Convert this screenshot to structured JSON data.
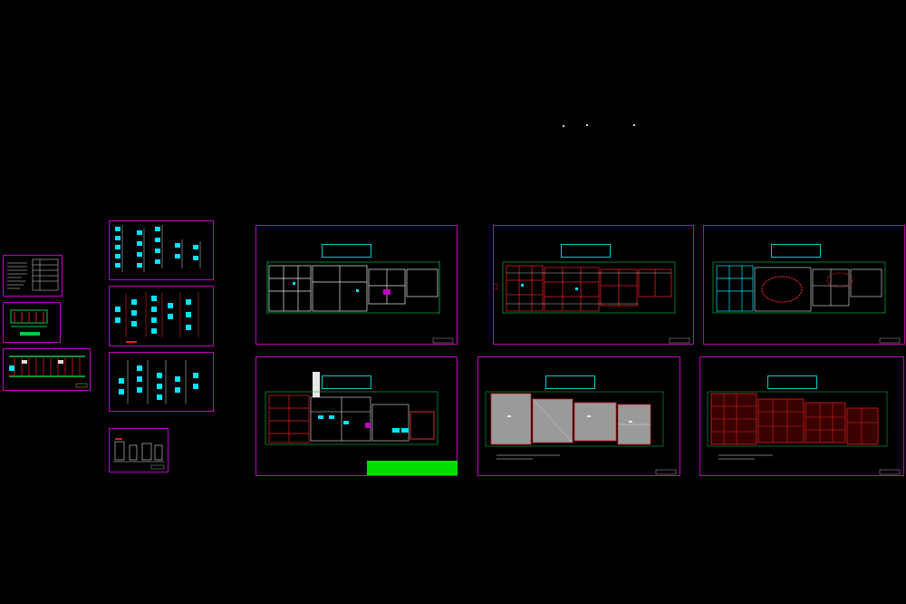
{
  "app": {
    "title": ""
  },
  "colors": {
    "background": "#000000",
    "sheet_border": "#c000c0",
    "title_box": "#00cccc",
    "grid_green": "#00cc44",
    "walls_white": "#e8e8e8",
    "cyan": "#00e5ff",
    "red": "#e02020",
    "gray_fill": "#9a9a9a",
    "bright_green": "#00dd00"
  },
  "sheets": [
    {
      "name": "drawing-index-sheet",
      "title": ""
    },
    {
      "name": "system-diagram-sheet-1",
      "title": ""
    },
    {
      "name": "system-diagram-sheet-2",
      "title": ""
    },
    {
      "name": "riser-diagram-sheet-1",
      "title": ""
    },
    {
      "name": "riser-diagram-sheet-2",
      "title": ""
    },
    {
      "name": "riser-diagram-sheet-3",
      "title": ""
    },
    {
      "name": "detail-sheet",
      "title": ""
    },
    {
      "name": "floor-plan-sheet-1",
      "title": ""
    },
    {
      "name": "floor-plan-sheet-2",
      "title": ""
    },
    {
      "name": "floor-plan-sheet-3",
      "title": ""
    },
    {
      "name": "floor-plan-sheet-4",
      "title": ""
    },
    {
      "name": "roof-plan-sheet-1",
      "title": ""
    },
    {
      "name": "roof-plan-sheet-2",
      "title": ""
    }
  ]
}
